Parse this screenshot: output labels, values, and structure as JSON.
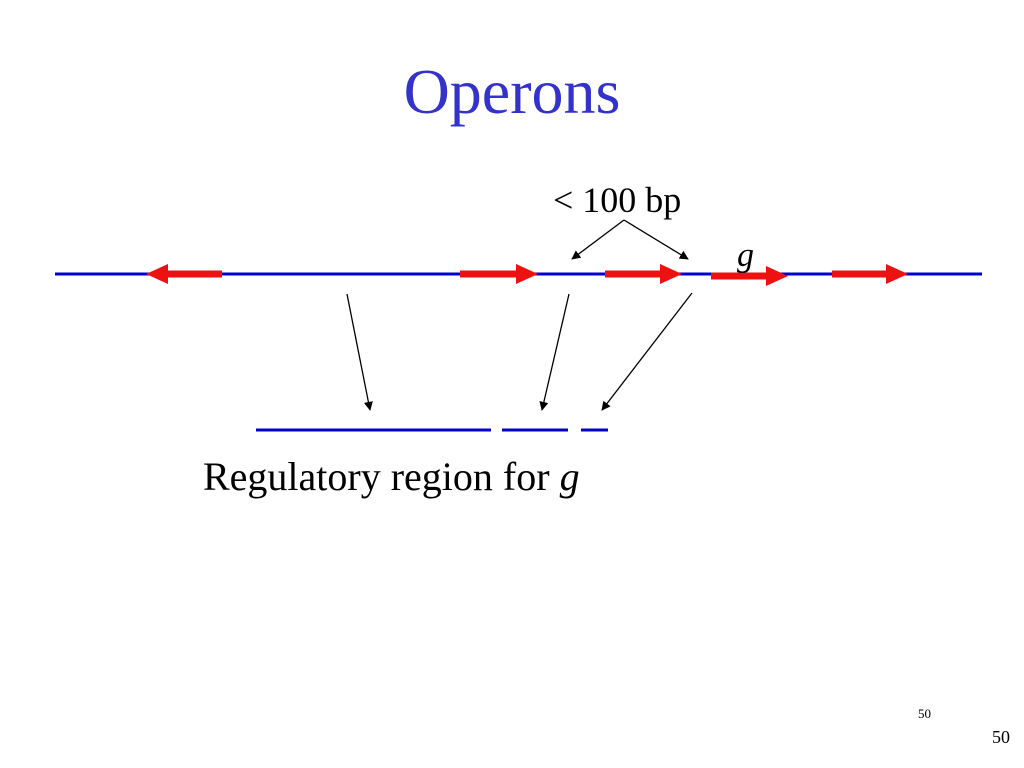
{
  "slide": {
    "title": "Operons",
    "distance_label": "< 100 bp",
    "gene_label": "g",
    "regulatory_label": "Regulatory region for ",
    "regulatory_gene": "g",
    "slide_number_small": "50",
    "slide_number": "50"
  },
  "colors": {
    "title": "#3333cc",
    "dna_line": "#0000cc",
    "gene_arrow": "#ee1111",
    "pointer": "#000000"
  }
}
